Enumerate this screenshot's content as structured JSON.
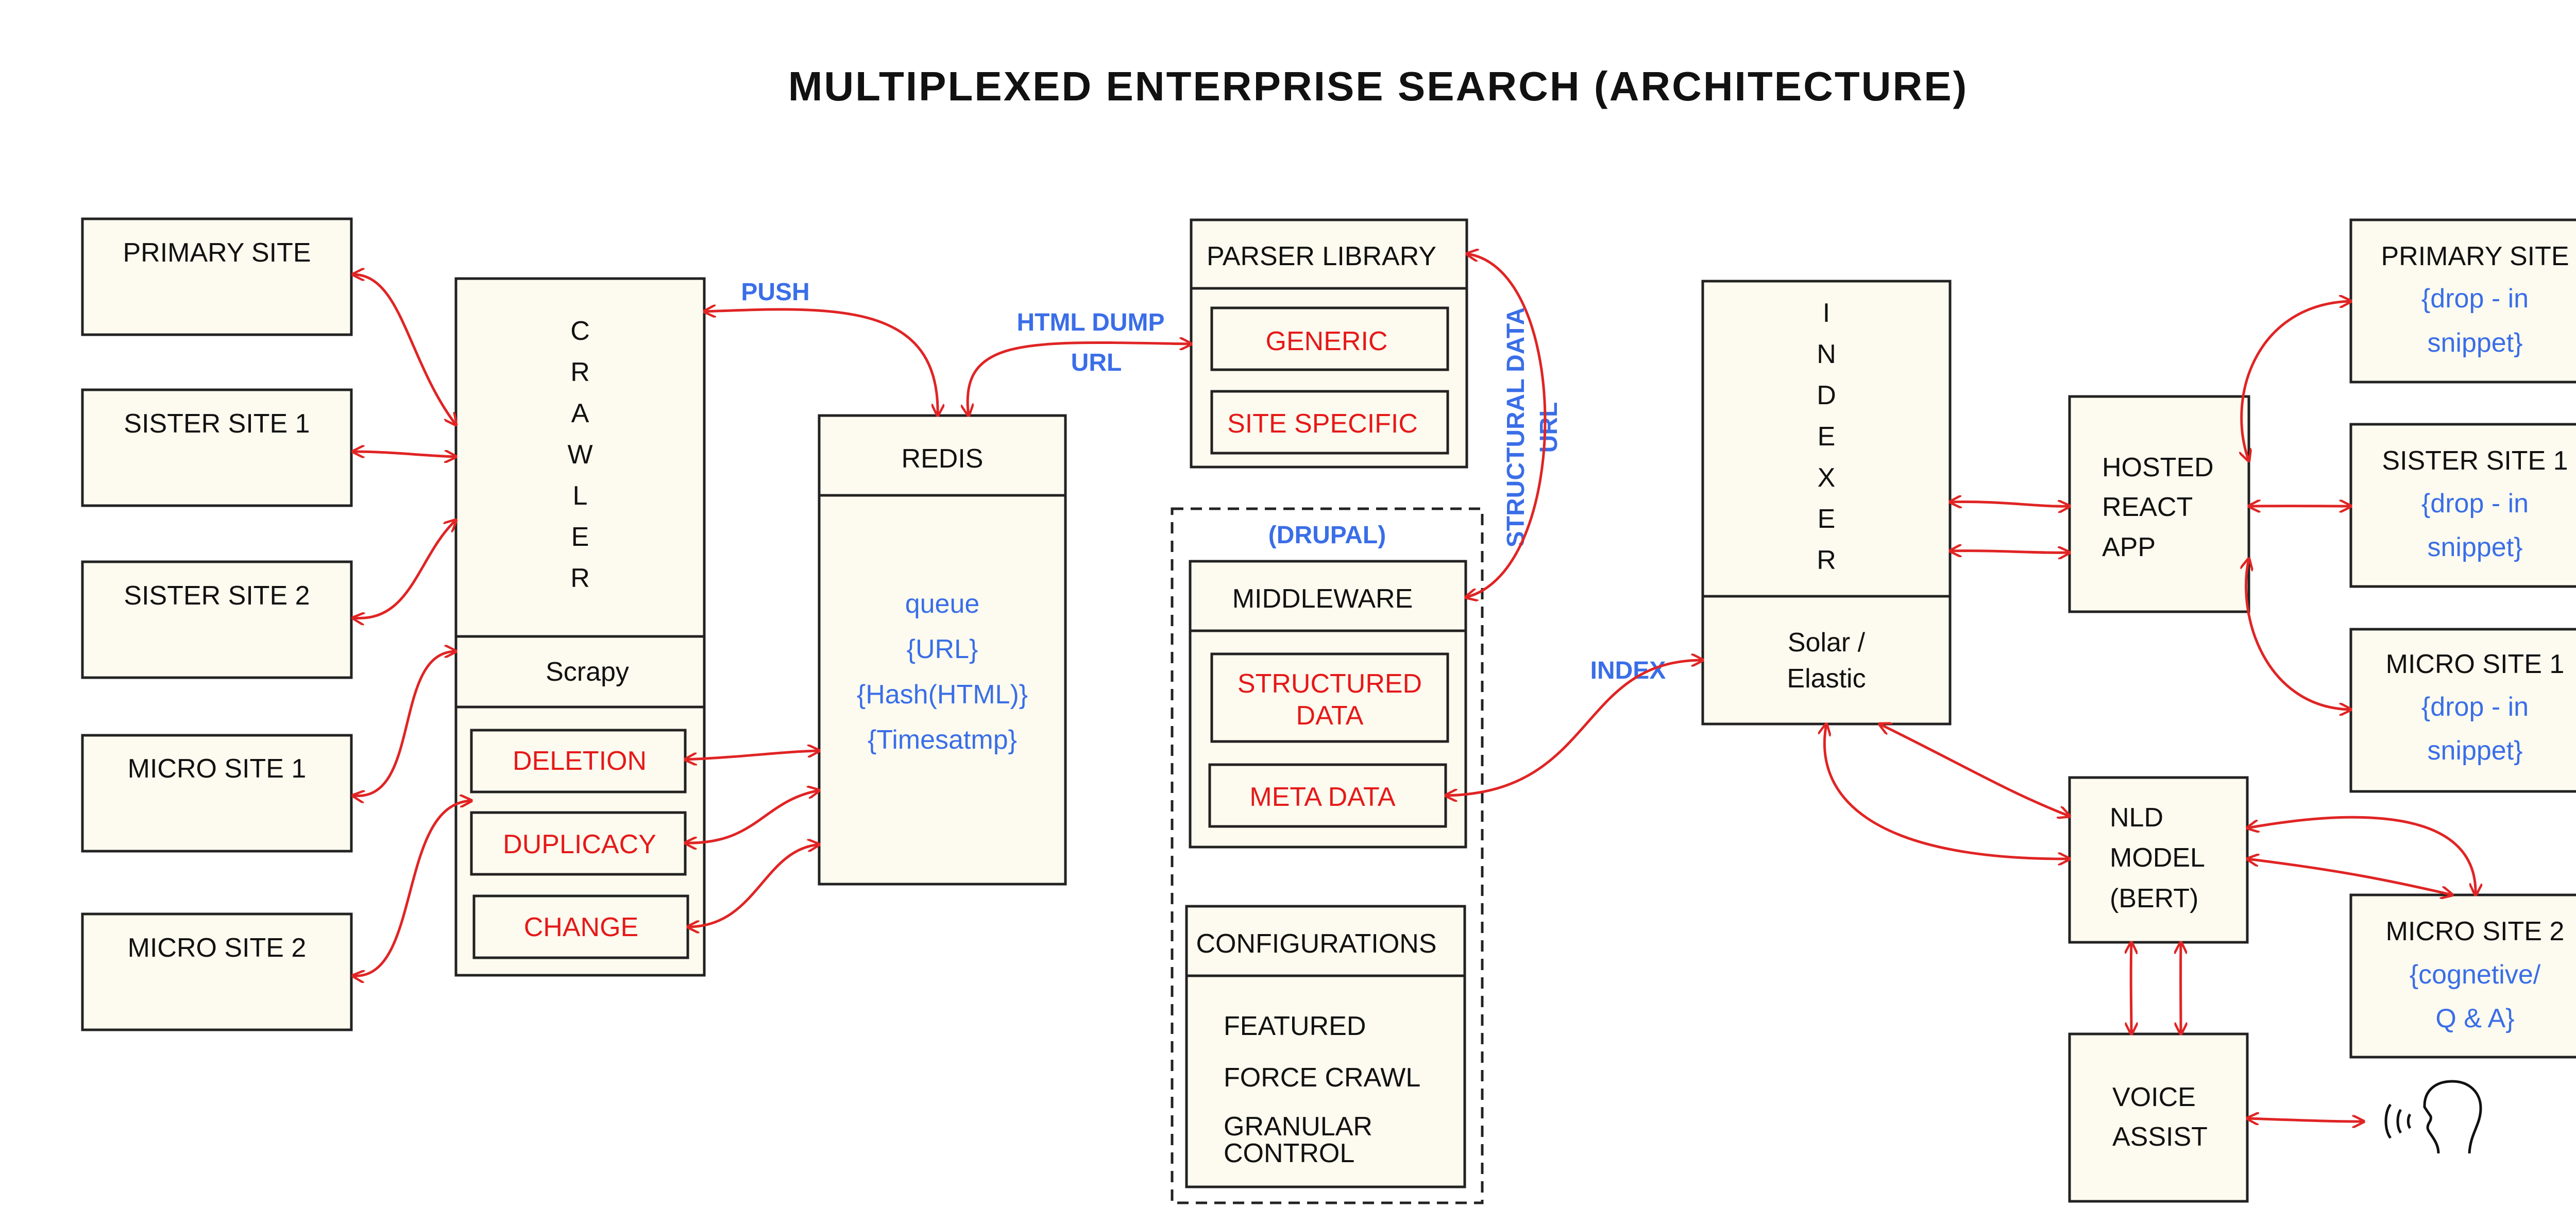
{
  "title": "MULTIPLEXED ENTERPRISE SEARCH (ARCHITECTURE)",
  "sites_left": [
    "PRIMARY SITE",
    "SISTER SITE 1",
    "SISTER SITE 2",
    "MICRO SITE 1",
    "MICRO SITE 2"
  ],
  "crawler": {
    "letters": [
      "C",
      "R",
      "A",
      "W",
      "L",
      "E",
      "R"
    ],
    "scrapy": "Scrapy",
    "actions": [
      "DELETION",
      "DUPLICACY",
      "CHANGE"
    ]
  },
  "redis": {
    "title": "REDIS",
    "lines": [
      "queue",
      "{URL}",
      "{Hash(HTML)}",
      "{Timesatmp}"
    ]
  },
  "parser": {
    "title": "PARSER LIBRARY",
    "items": [
      "GENERIC",
      "SITE SPECIFIC"
    ]
  },
  "drupal": {
    "label": "(DRUPAL)",
    "middleware_title": "MIDDLEWARE",
    "middleware_items": [
      "STRUCTURED DATA",
      "META DATA"
    ],
    "config_title": "CONFIGURATIONS",
    "config_items": [
      "FEATURED",
      "FORCE CRAWL",
      "GRANULAR CONTROL"
    ]
  },
  "indexer": {
    "letters": [
      "I",
      "N",
      "D",
      "E",
      "X",
      "E",
      "R"
    ],
    "engine": [
      "Solar /",
      "Elastic"
    ]
  },
  "hosted_app": [
    "HOSTED",
    "REACT",
    "APP"
  ],
  "nld": [
    "NLD",
    "MODEL",
    "(BERT)"
  ],
  "voice": [
    "VOICE",
    "ASSIST"
  ],
  "sites_right": [
    {
      "name": "PRIMARY SITE",
      "sub": [
        "{drop - in",
        "snippet}"
      ]
    },
    {
      "name": "SISTER SITE 1",
      "sub": [
        "{drop - in",
        "snippet}"
      ]
    },
    {
      "name": "MICRO SITE 1",
      "sub": [
        "{drop - in",
        "snippet}"
      ]
    },
    {
      "name": "MICRO SITE 2",
      "sub": [
        "{cognetive/",
        "Q & A}"
      ]
    }
  ],
  "labels": {
    "push": "PUSH",
    "html_dump": "HTML DUMP",
    "url": "URL",
    "structural_data": "STRUCTURAL DATA",
    "url_vertical": "URL",
    "index": "INDEX"
  },
  "colors": {
    "arrow": "#e02424",
    "accent_text": "#3a6ee8",
    "highlight_text": "#e51919",
    "box_fill": "#fdfbef"
  }
}
